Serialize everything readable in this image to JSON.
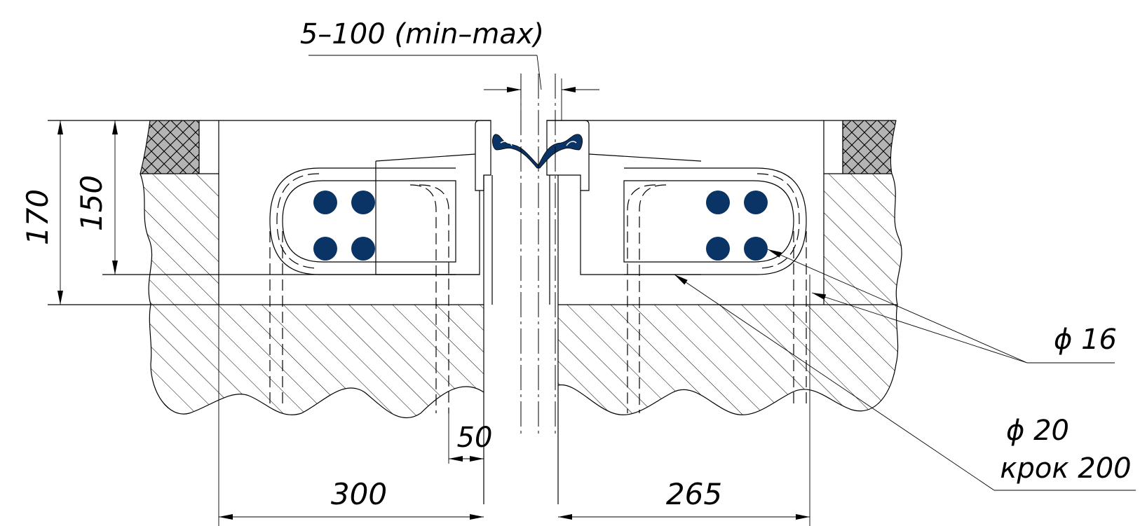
{
  "dimensions": {
    "gap": "5–100 (min–max)",
    "height_total": "170",
    "height_inner": "150",
    "offset": "50",
    "width_left": "300",
    "width_right": "265"
  },
  "callouts": {
    "bar_small": "ϕ 16",
    "bar_large": "ϕ 20",
    "pitch": "крок 200"
  },
  "colors": {
    "rebar": "#0b3466",
    "seal": "#0b3466",
    "insulation": "#b4b4b4"
  }
}
